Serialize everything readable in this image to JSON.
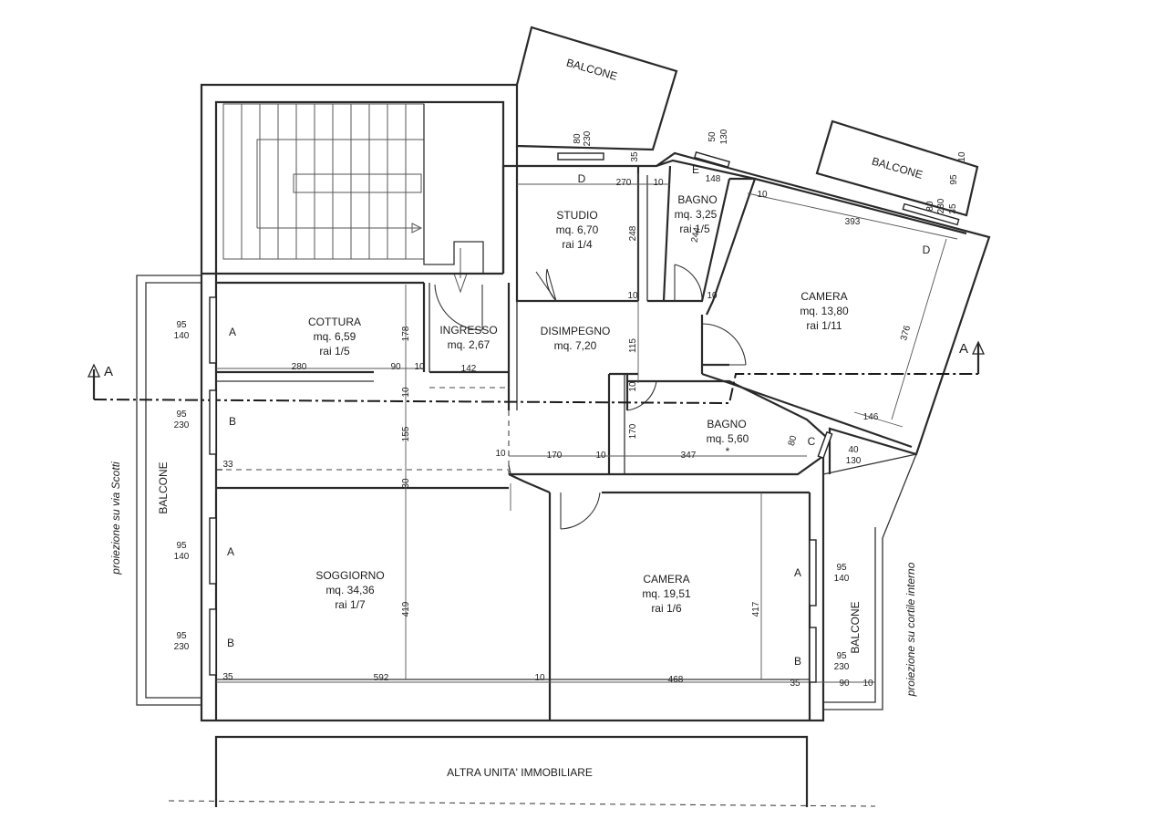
{
  "rooms": {
    "studio": {
      "name": "STUDIO",
      "area": "mq. 6,70",
      "rai": "rai 1/4"
    },
    "bagno_small": {
      "name": "BAGNO",
      "area": "mq. 3,25",
      "rai": "rai 1/5"
    },
    "camera_top": {
      "name": "CAMERA",
      "area": "mq. 13,80",
      "rai": "rai 1/11"
    },
    "cottura": {
      "name": "COTTURA",
      "area": "mq. 6,59",
      "rai": "rai 1/5"
    },
    "ingresso": {
      "name": "INGRESSO",
      "area": "mq. 2,67"
    },
    "disimpegno": {
      "name": "DISIMPEGNO",
      "area": "mq. 7,20"
    },
    "bagno_big": {
      "name": "BAGNO",
      "area": "mq. 5,60",
      "mark": "*"
    },
    "soggiorno": {
      "name": "SOGGIORNO",
      "area": "mq. 34,36",
      "rai": "rai 1/7"
    },
    "camera_bottom": {
      "name": "CAMERA",
      "area": "mq. 19,51",
      "rai": "rai 1/6"
    }
  },
  "balconies": {
    "top_left": "BALCONE",
    "top_right": "BALCONE",
    "left": "BALCONE",
    "right": "BALCONE"
  },
  "projections": {
    "left": "proiezione su via Scotti",
    "right": "proiezione su cortile interno"
  },
  "other_unit": "ALTRA UNITA' IMMOBILIARE",
  "section_marks": {
    "left": "A",
    "right": "A"
  },
  "window_codes": {
    "cottura": "A",
    "left_mid": "B",
    "soggiorno_a": "A",
    "soggiorno_b": "B",
    "camera_a": "A",
    "camera_b": "B",
    "bagno_c": "C",
    "studio_d": "D",
    "camera_d": "D",
    "bagno_e": "E"
  },
  "window_sizes": {
    "cottura": [
      "95",
      "140"
    ],
    "left_mid": [
      "95",
      "230"
    ],
    "soggiorno_a": [
      "95",
      "140"
    ],
    "soggiorno_b": [
      "95",
      "230"
    ],
    "camera_a": [
      "95",
      "140"
    ],
    "camera_b": [
      "95",
      "230"
    ],
    "bagno_c": [
      "40",
      "130"
    ],
    "studio_d": [
      "80",
      "230"
    ],
    "bagno_e": [
      "50",
      "130"
    ],
    "camera_d": [
      "80",
      "230"
    ]
  },
  "dimensions": {
    "d270": "270",
    "d10a": "10",
    "d35a": "35",
    "d148": "148",
    "d10b": "10",
    "d393": "393",
    "d95a": "95",
    "d10c": "10",
    "d35b": "35",
    "d248": "248",
    "d244": "244",
    "d10d": "10",
    "d10e": "10",
    "d376": "376",
    "d146": "146",
    "d178": "178",
    "d280": "280",
    "d90a": "90",
    "d10f": "10",
    "d142": "142",
    "d115": "115",
    "d10g": "10",
    "d10h": "10",
    "d155": "155",
    "d170a": "170",
    "d80": "80",
    "d33": "33",
    "d10i": "10",
    "d170b": "170",
    "d10j": "10",
    "d347": "347",
    "d30": "30",
    "d419": "419",
    "d417": "417",
    "d35c": "35",
    "d592": "592",
    "d10k": "10",
    "d468": "468",
    "d35d": "35",
    "d90b": "90",
    "d10l": "10"
  }
}
